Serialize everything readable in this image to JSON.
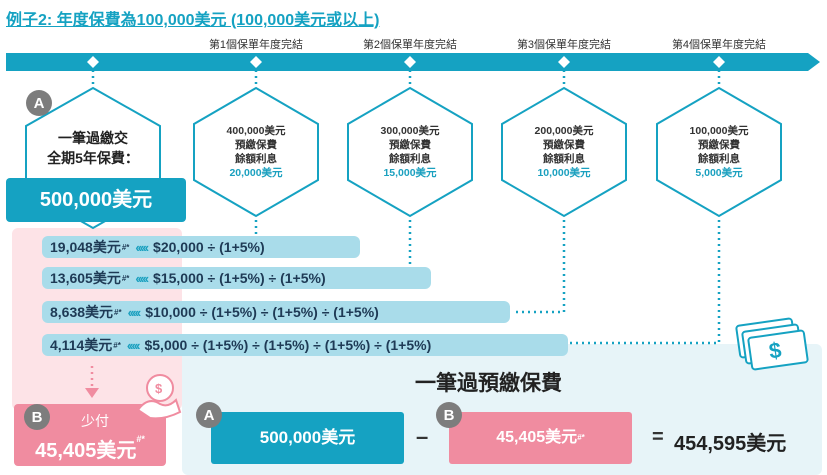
{
  "title": "例子2: 年度保費為100,000美元 (100,000美元或以上)",
  "year_labels": [
    "第1個保單年度完結",
    "第2個保單年度完結",
    "第3個保單年度完結",
    "第4個保單年度完結"
  ],
  "badge_a": "A",
  "badge_b": "B",
  "lump_sum": {
    "line1": "一筆過繳交",
    "line2": "全期5年保費：",
    "amount": "500,000美元"
  },
  "hexes": [
    {
      "balance": "400,000美元",
      "line2": "預繳保費",
      "line3": "餘額利息",
      "interest": "20,000美元"
    },
    {
      "balance": "300,000美元",
      "line2": "預繳保費",
      "line3": "餘額利息",
      "interest": "15,000美元"
    },
    {
      "balance": "200,000美元",
      "line2": "預繳保費",
      "line3": "餘額利息",
      "interest": "10,000美元"
    },
    {
      "balance": "100,000美元",
      "line2": "預繳保費",
      "line3": "餘額利息",
      "interest": "5,000美元"
    }
  ],
  "calc_rows": [
    {
      "amount": "19,048美元",
      "mark": "#*",
      "formula": "$20,000 ÷ (1+5%)"
    },
    {
      "amount": "13,605美元",
      "mark": "#*",
      "formula": "$15,000 ÷ (1+5%) ÷ (1+5%)"
    },
    {
      "amount": "8,638美元",
      "mark": "#*",
      "formula": "$10,000 ÷ (1+5%) ÷ (1+5%) ÷ (1+5%)"
    },
    {
      "amount": "4,114美元",
      "mark": "#*",
      "formula": "$5,000 ÷ (1+5%) ÷ (1+5%) ÷ (1+5%) ÷ (1+5%)"
    }
  ],
  "arrow_glyph": "‹‹‹‹‹",
  "discount": {
    "label": "少付",
    "amount": "45,405美元",
    "mark": "#*"
  },
  "equation": {
    "title": "一筆過預繳保費",
    "a_value": "500,000美元",
    "minus": "–",
    "b_value": "45,405美元",
    "b_mark": "#*",
    "equals": "=",
    "result": "454,595美元"
  },
  "colors": {
    "teal": "#15a2c2",
    "light_blue": "#a9dcea",
    "pink": "#f08ca0",
    "light_pink": "#fde3e7",
    "gray_circle": "#7d7d7d"
  }
}
